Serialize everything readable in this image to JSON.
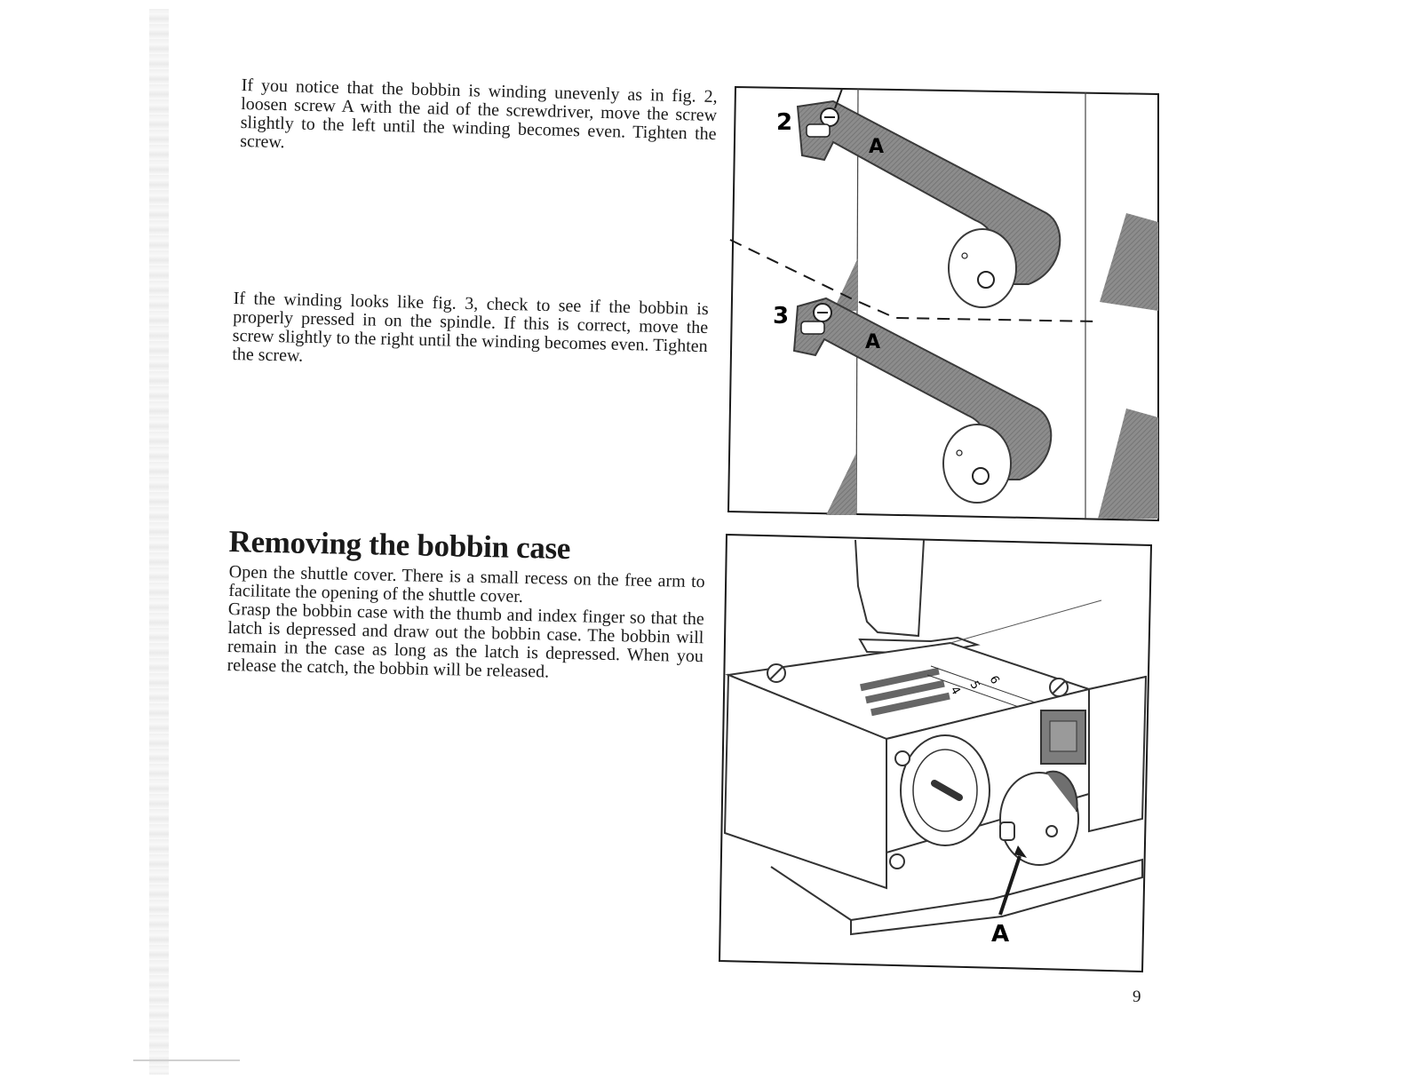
{
  "text": {
    "para1": "If you notice that the bobbin is winding unevenly as in fig. 2, loosen screw A with the aid of the screwdriver, move the screw slightly to the left until the winding becomes even. Tighten the screw.",
    "para2": "If the winding looks like fig. 3, check to see if the bobbin is properly pressed in on the spindle. If this is correct, move the screw slightly to the right until the winding becomes even. Tighten the screw.",
    "heading": "Removing the bobbin case",
    "para3_line1": "Open the shuttle cover. There is a small recess on the free arm to facilitate the opening of the shuttle cover.",
    "para3_line2": "Grasp the bobbin case with the thumb and index finger so that the latch is depressed and draw out the bobbin case. The bobbin will remain in the case as long as the latch is depressed. When you release the catch, the bobbin will be released."
  },
  "figures": {
    "top": {
      "fig2_label": "2",
      "fig3_label": "3",
      "screw_label": "A"
    },
    "bottom": {
      "latch_label": "A",
      "dial_numbers": [
        "4",
        "5",
        "6"
      ]
    }
  },
  "page_number": "9",
  "colors": {
    "ink": "#1a1a1a",
    "arm_fill": "#8a8a8a",
    "arm_dark": "#5e5e5e"
  }
}
